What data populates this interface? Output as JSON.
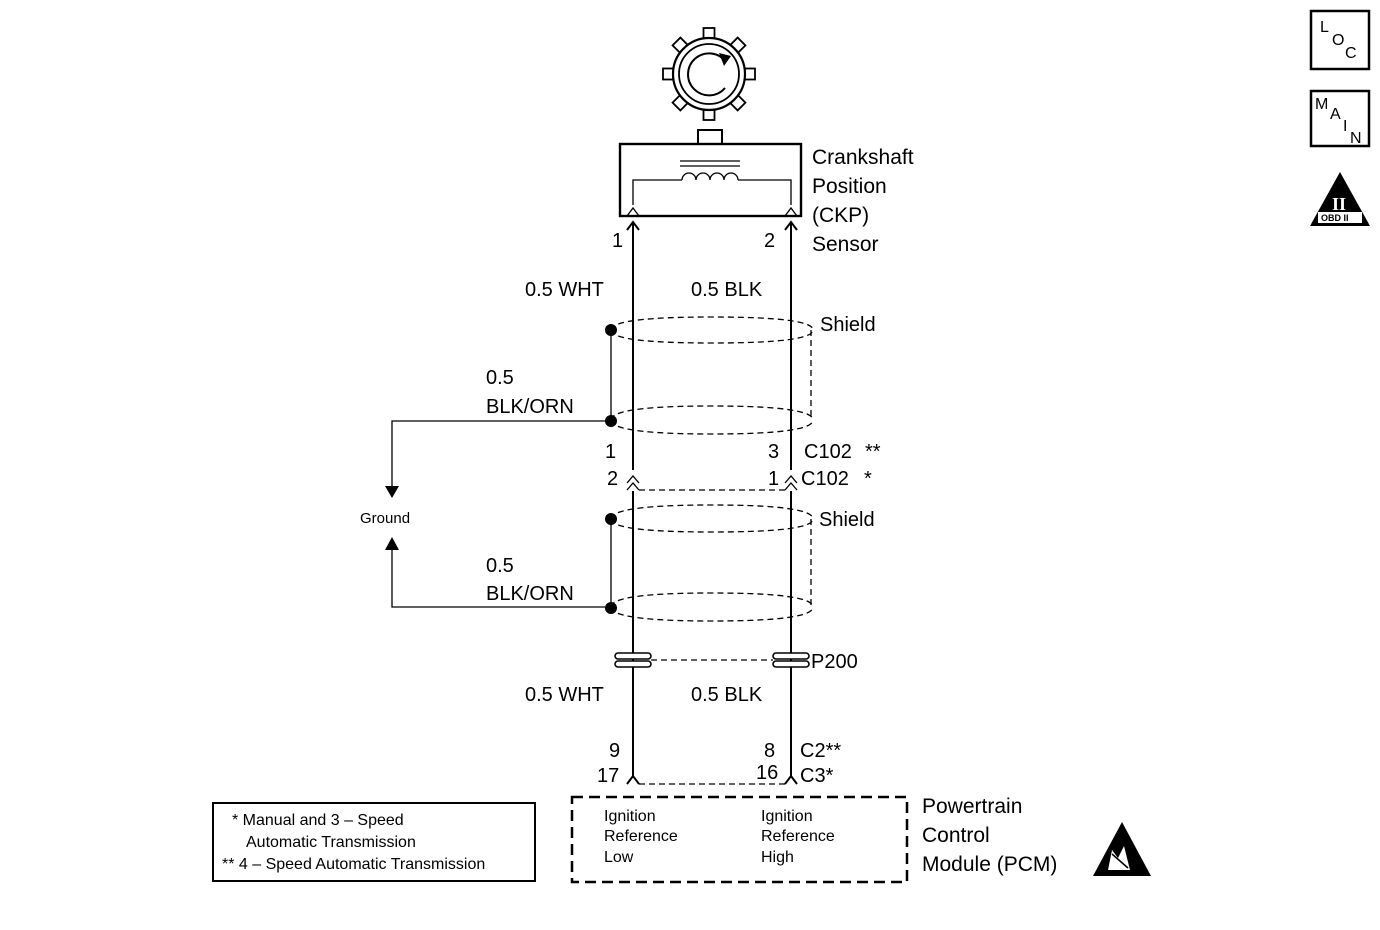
{
  "sensor": {
    "title_lines": [
      "Crankshaft",
      "Position",
      "(CKP)",
      "Sensor"
    ],
    "pin_left": "1",
    "pin_right": "2"
  },
  "wires_upper": {
    "left": "0.5 WHT",
    "right": "0.5 BLK"
  },
  "shield_label": "Shield",
  "drain_wire": {
    "gauge": "0.5",
    "color": "BLK/ORN"
  },
  "ground_label": "Ground",
  "connector_c102": {
    "row1": {
      "left_pin": "1",
      "right_pin": "3",
      "name": "C102",
      "mark": "**"
    },
    "row2": {
      "left_pin": "2",
      "right_pin": "1",
      "name": "C102",
      "mark": "*"
    }
  },
  "splice": {
    "name": "P200"
  },
  "wires_lower": {
    "left": "0.5 WHT",
    "right": "0.5 BLK"
  },
  "pcm_connector": {
    "row1": {
      "left_pin": "9",
      "right_pin": "8",
      "name": "C2**"
    },
    "row2": {
      "left_pin": "17",
      "right_pin": "16",
      "name": "C3*"
    }
  },
  "pcm": {
    "left_circuit": [
      "Ignition",
      "Reference",
      "Low"
    ],
    "right_circuit": [
      "Ignition",
      "Reference",
      "High"
    ],
    "title_lines": [
      "Powertrain",
      "Control",
      "Module (PCM)"
    ]
  },
  "legend": {
    "line1": "* Manual and 3 – Speed",
    "line2": "Automatic Transmission",
    "line3": "** 4 – Speed Automatic Transmission"
  },
  "nav_icons": {
    "loc": [
      "L",
      "O",
      "C"
    ],
    "main": [
      "M",
      "A",
      "I",
      "N"
    ],
    "obd": {
      "numeral": "II",
      "label": "OBD II"
    }
  }
}
